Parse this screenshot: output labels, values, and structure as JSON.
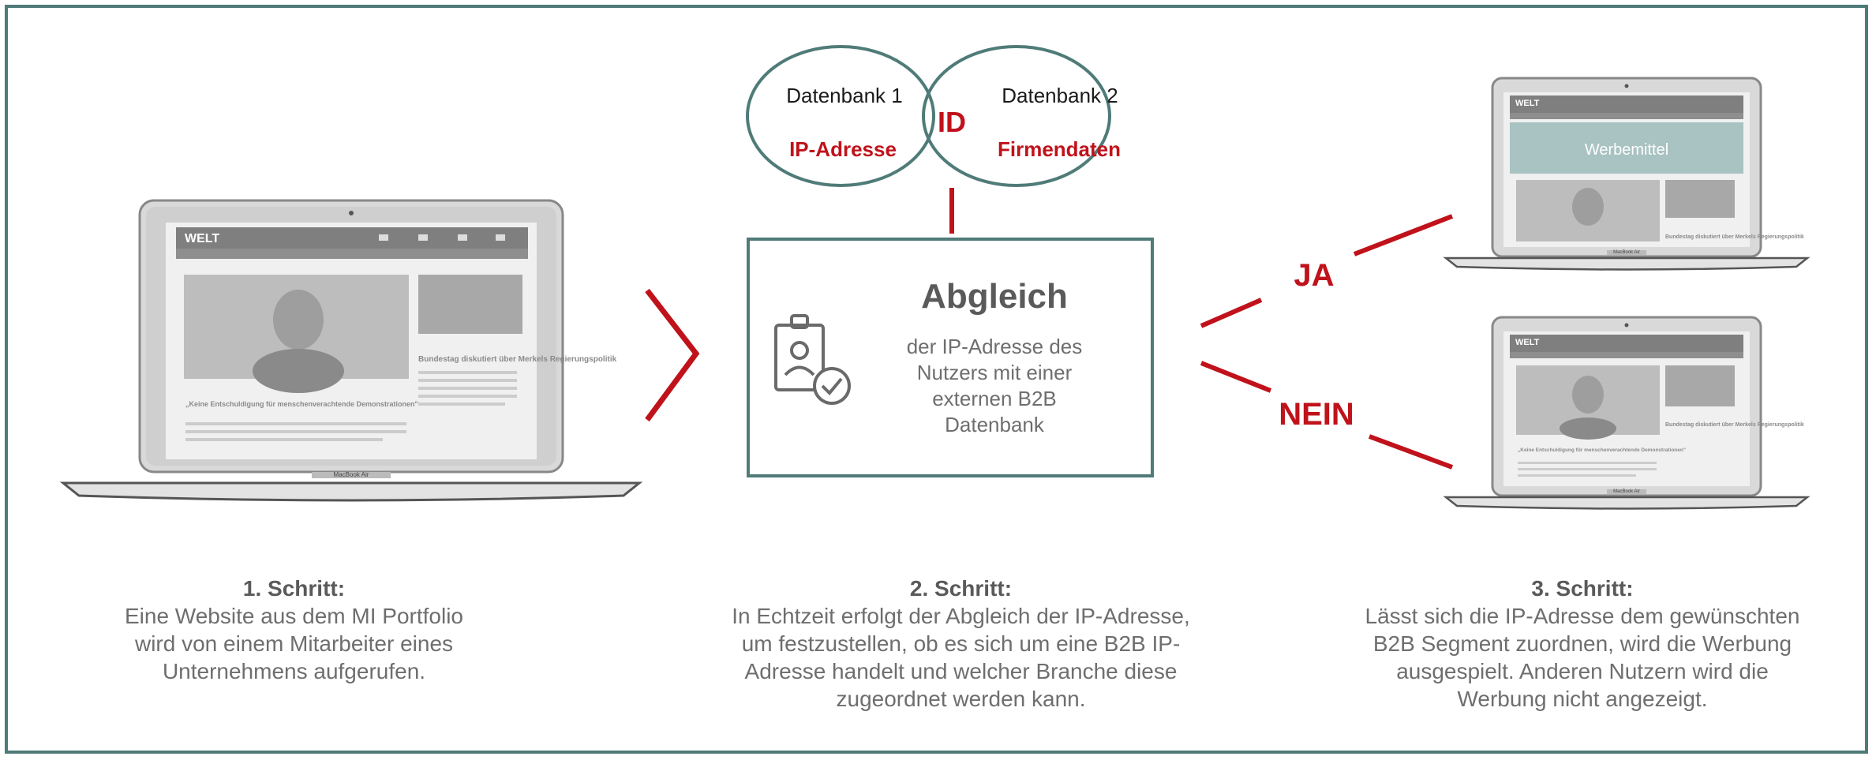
{
  "venn": {
    "left_title": "Datenbank 1",
    "left_value": "IP-Adresse",
    "center": "ID",
    "right_title": "Datenbank 2",
    "right_value": "Firmendaten"
  },
  "match_box": {
    "heading": "Abgleich",
    "lines": [
      "der IP-Adresse des",
      "Nutzers mit einer",
      "externen B2B",
      "Datenbank"
    ]
  },
  "decision": {
    "yes": "JA",
    "no": "NEIN"
  },
  "laptop_left": {
    "brand": "WELT",
    "headline": "„Keine Entschuldigung für menschenverachtende Demonstrationen\"",
    "side_headline": "Bundestag diskutiert über Merkels Regierungspolitik",
    "model": "MacBook Air"
  },
  "laptop_right_top": {
    "brand": "WELT",
    "ad_label": "Werbemittel",
    "side_headline": "Bundestag diskutiert über Merkels Regierungspolitik",
    "model": "MacBook Air"
  },
  "laptop_right_bottom": {
    "brand": "WELT",
    "headline": "„Keine Entschuldigung für menschenverachtende Demonstrationen\"",
    "side_headline": "Bundestag diskutiert über Merkels Regierungspolitik",
    "model": "MacBook Air"
  },
  "steps": [
    {
      "title": "1. Schritt:",
      "lines": [
        "Eine Website aus dem MI Portfolio",
        "wird von einem Mitarbeiter eines",
        "Unternehmens aufgerufen."
      ]
    },
    {
      "title": "2. Schritt:",
      "lines": [
        "In Echtzeit erfolgt der Abgleich der IP-Adresse,",
        "um festzustellen, ob es sich um eine B2B IP-",
        "Adresse handelt und welcher Branche diese",
        "zugeordnet werden kann."
      ]
    },
    {
      "title": "3. Schritt:",
      "lines": [
        "Lässt sich die IP-Adresse dem gewünschten",
        "B2B Segment zuordnen, wird die Werbung",
        "ausgespielt. Anderen Nutzern wird die",
        "Werbung nicht angezeigt."
      ]
    }
  ],
  "colors": {
    "accent_red": "#c0121b",
    "teal": "#4f7b78",
    "ad_fill": "#a9c2c2"
  }
}
